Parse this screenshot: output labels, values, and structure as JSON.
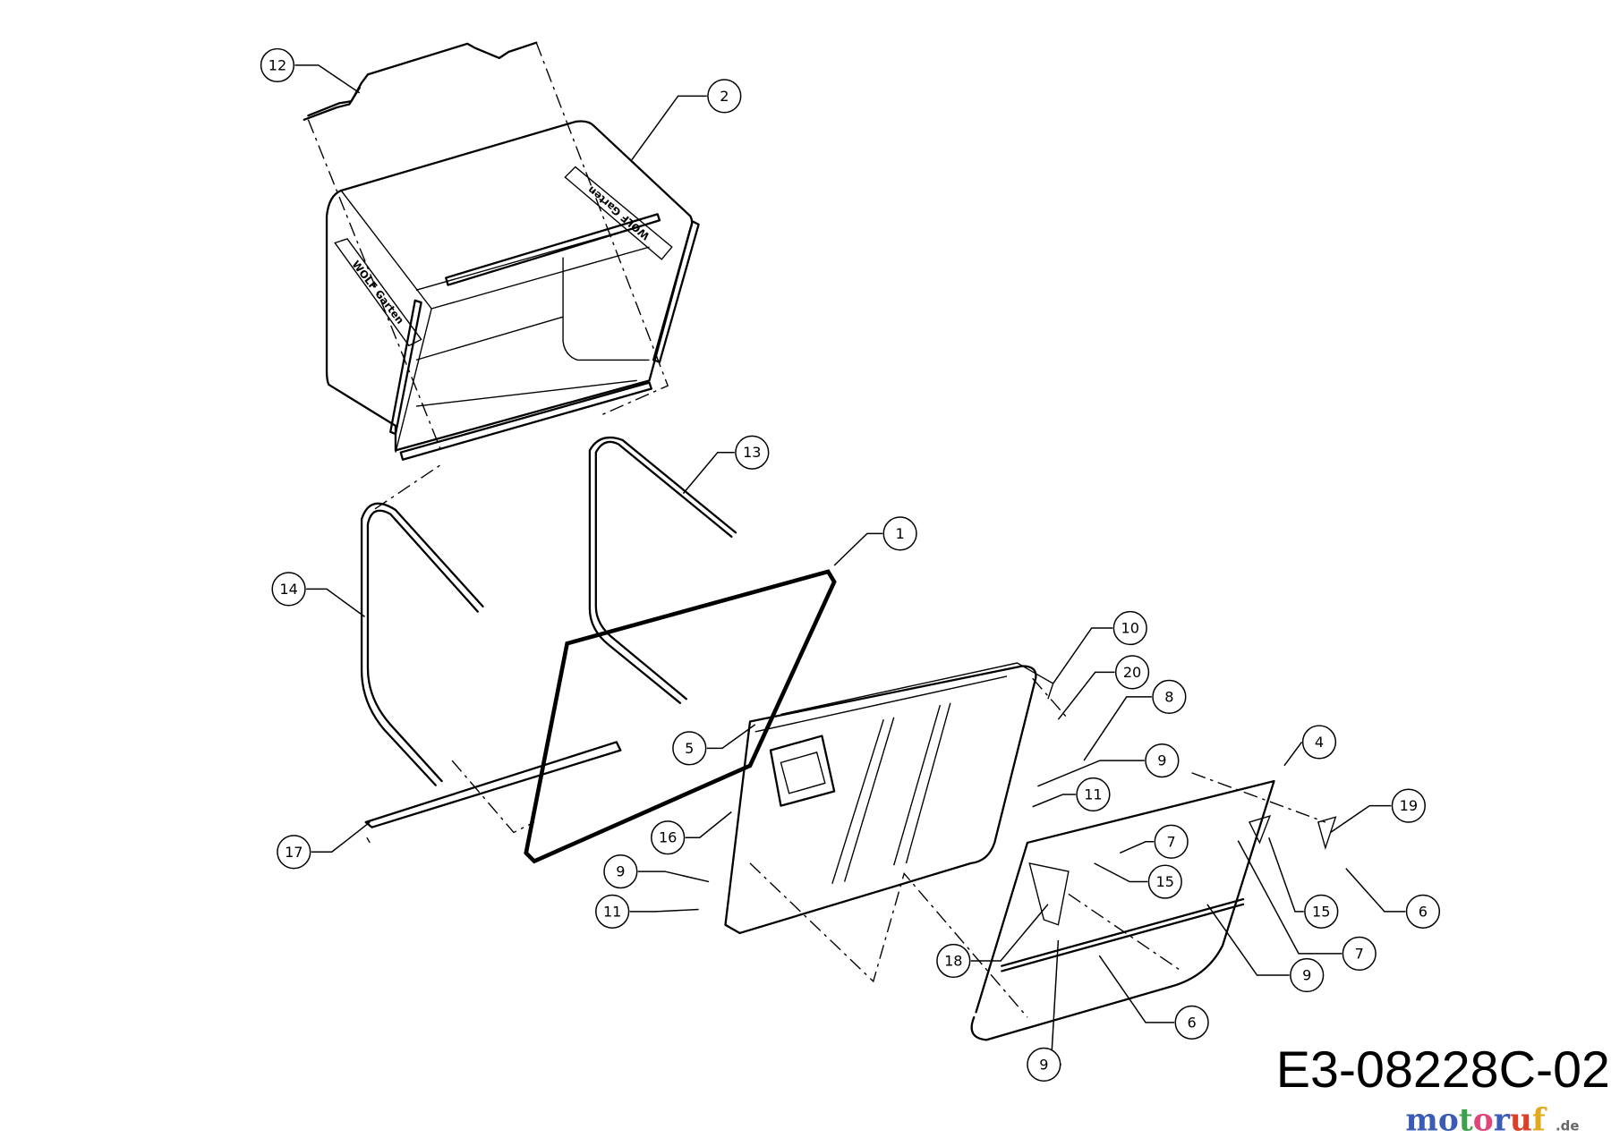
{
  "diagram": {
    "drawing_code": "E3-08228C-02",
    "watermark": {
      "text": "motoruf",
      "suffix": ".de",
      "letter_colors": [
        "#3b5bb5",
        "#3b5bb5",
        "#3aa34a",
        "#e0457b",
        "#3b5bb5",
        "#d9412b",
        "#e3a81d"
      ]
    },
    "brand_decal_left": "WOLF Garten",
    "brand_decal_right": "WOLF Garten",
    "callouts": [
      "12",
      "2",
      "13",
      "1",
      "14",
      "10",
      "20",
      "8",
      "5",
      "4",
      "9",
      "11",
      "19",
      "16",
      "17",
      "7",
      "15",
      "9",
      "11",
      "15",
      "6",
      "7",
      "9",
      "18",
      "6",
      "9"
    ]
  }
}
